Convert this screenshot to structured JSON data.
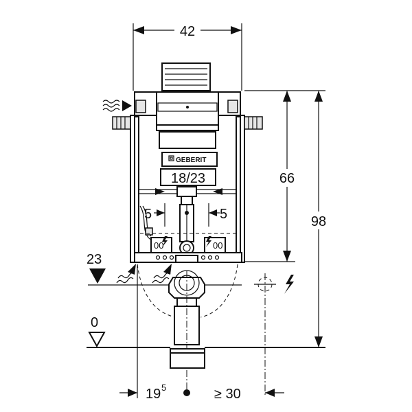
{
  "dimensions": {
    "width_top": "42",
    "height_frame": "66",
    "height_total": "98",
    "pipe_size": "18/23",
    "offset_left": "5",
    "offset_right": "5",
    "level_top": "23",
    "level_floor": "0",
    "axis_offset_main": "19",
    "axis_offset_sup": "5",
    "min_clearance": "≥ 30"
  },
  "branding": {
    "logo_text": "GEBERIT"
  }
}
